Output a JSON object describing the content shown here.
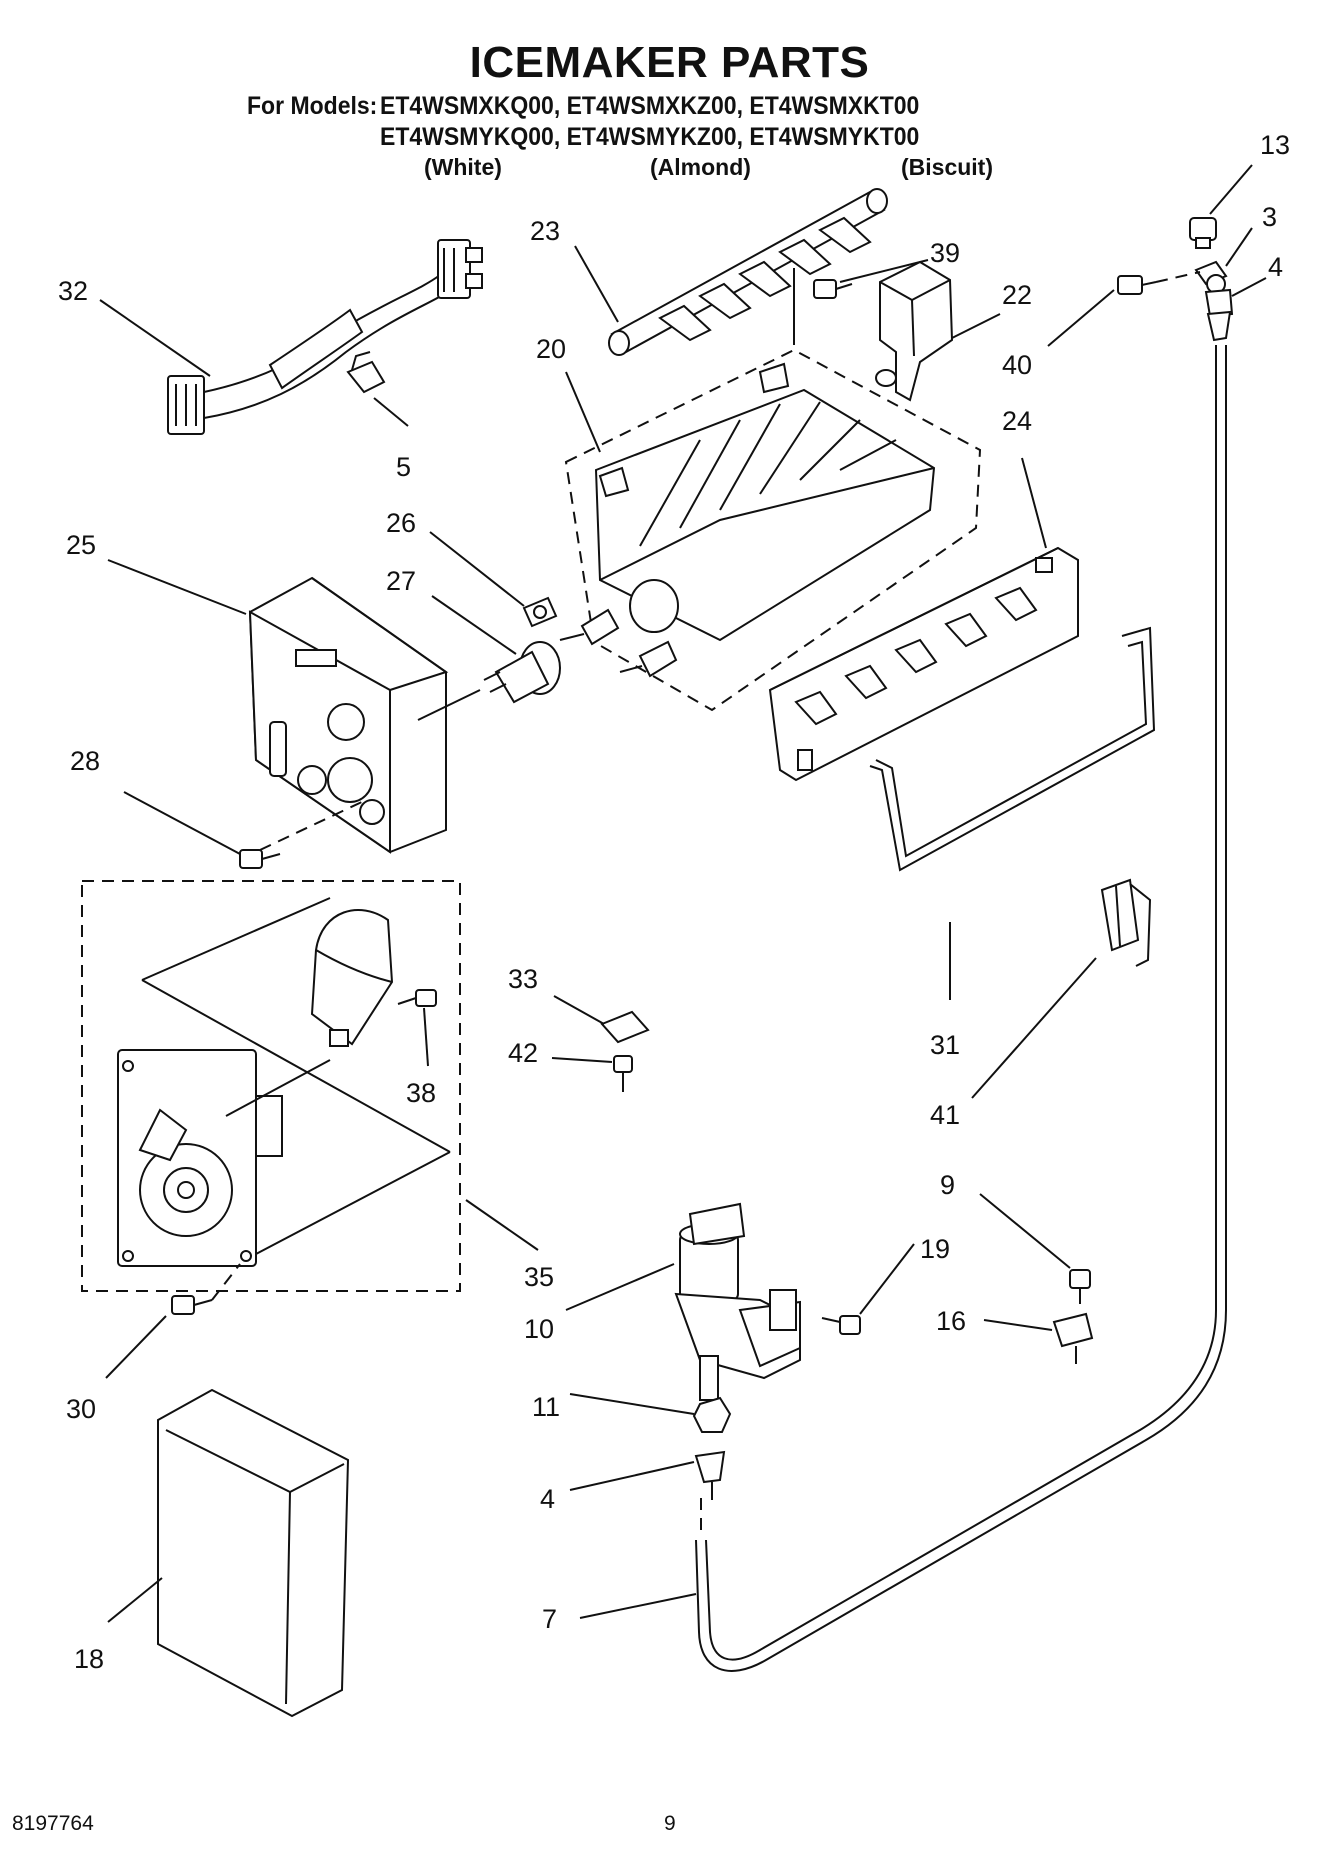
{
  "header": {
    "title": "ICEMAKER PARTS",
    "models_prefix": "For Models:",
    "models_line1": "ET4WSMXKQ00, ET4WSMXKZ00, ET4WSMXKT00",
    "models_line2": "ET4WSMYKQ00, ET4WSMYKZ00, ET4WSMYKT00",
    "colors": [
      "(White)",
      "(Almond)",
      "(Biscuit)"
    ]
  },
  "callouts": [
    "13",
    "3",
    "4",
    "23",
    "39",
    "22",
    "32",
    "40",
    "20",
    "24",
    "5",
    "26",
    "25",
    "27",
    "28",
    "31",
    "33",
    "42",
    "38",
    "41",
    "9",
    "35",
    "19",
    "10",
    "16",
    "30",
    "11",
    "4",
    "7",
    "18"
  ],
  "footer": {
    "doc_number": "8197764",
    "page_number": "9"
  }
}
